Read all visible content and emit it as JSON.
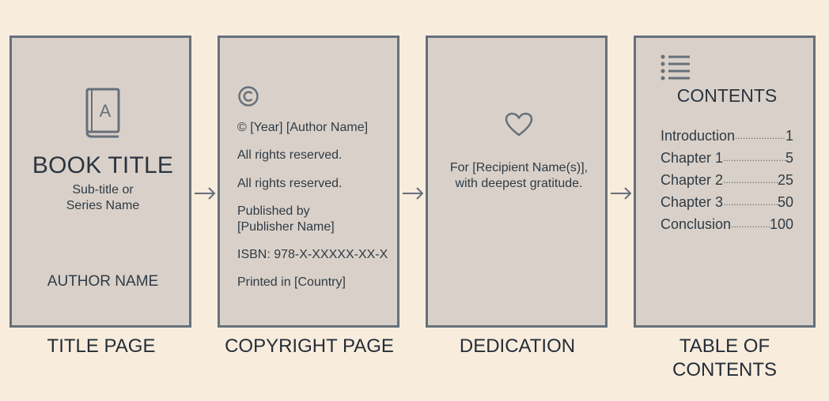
{
  "title_page": {
    "book_title": "BOOK TITLE",
    "subtitle": "Sub-title or\nSeries Name",
    "author": "AUTHOR NAME",
    "icon": "book-icon",
    "caption": "TITLE PAGE"
  },
  "copyright_page": {
    "icon": "copyright-icon",
    "lines": [
      "© [Year] [Author Name]",
      "All rights reserved.",
      "All rights reserved.",
      "Published by\n[Publisher Name]",
      "ISBN: 978-X-XXXXX-XX-X",
      "Printed in [Country]"
    ],
    "caption": "COPYRIGHT PAGE"
  },
  "dedication": {
    "icon": "heart-icon",
    "text": "For [Recipient Name(s)],\nwith deepest gratitude.",
    "caption": "DEDICATION"
  },
  "table_of_contents": {
    "icon": "list-icon",
    "heading": "CONTENTS",
    "entries": [
      {
        "name": "Introduction",
        "page": "1"
      },
      {
        "name": "Chapter 1",
        "page": "5"
      },
      {
        "name": "Chapter 2",
        "page": "25"
      },
      {
        "name": "Chapter 3",
        "page": "50"
      },
      {
        "name": "Conclusion",
        "page": "100"
      }
    ],
    "caption": "TABLE OF\nCONTENTS"
  },
  "colors": {
    "background": "#f8ecdd",
    "panel": "#d9d1c9",
    "border": "#66707a",
    "text": "#2f3a45"
  }
}
